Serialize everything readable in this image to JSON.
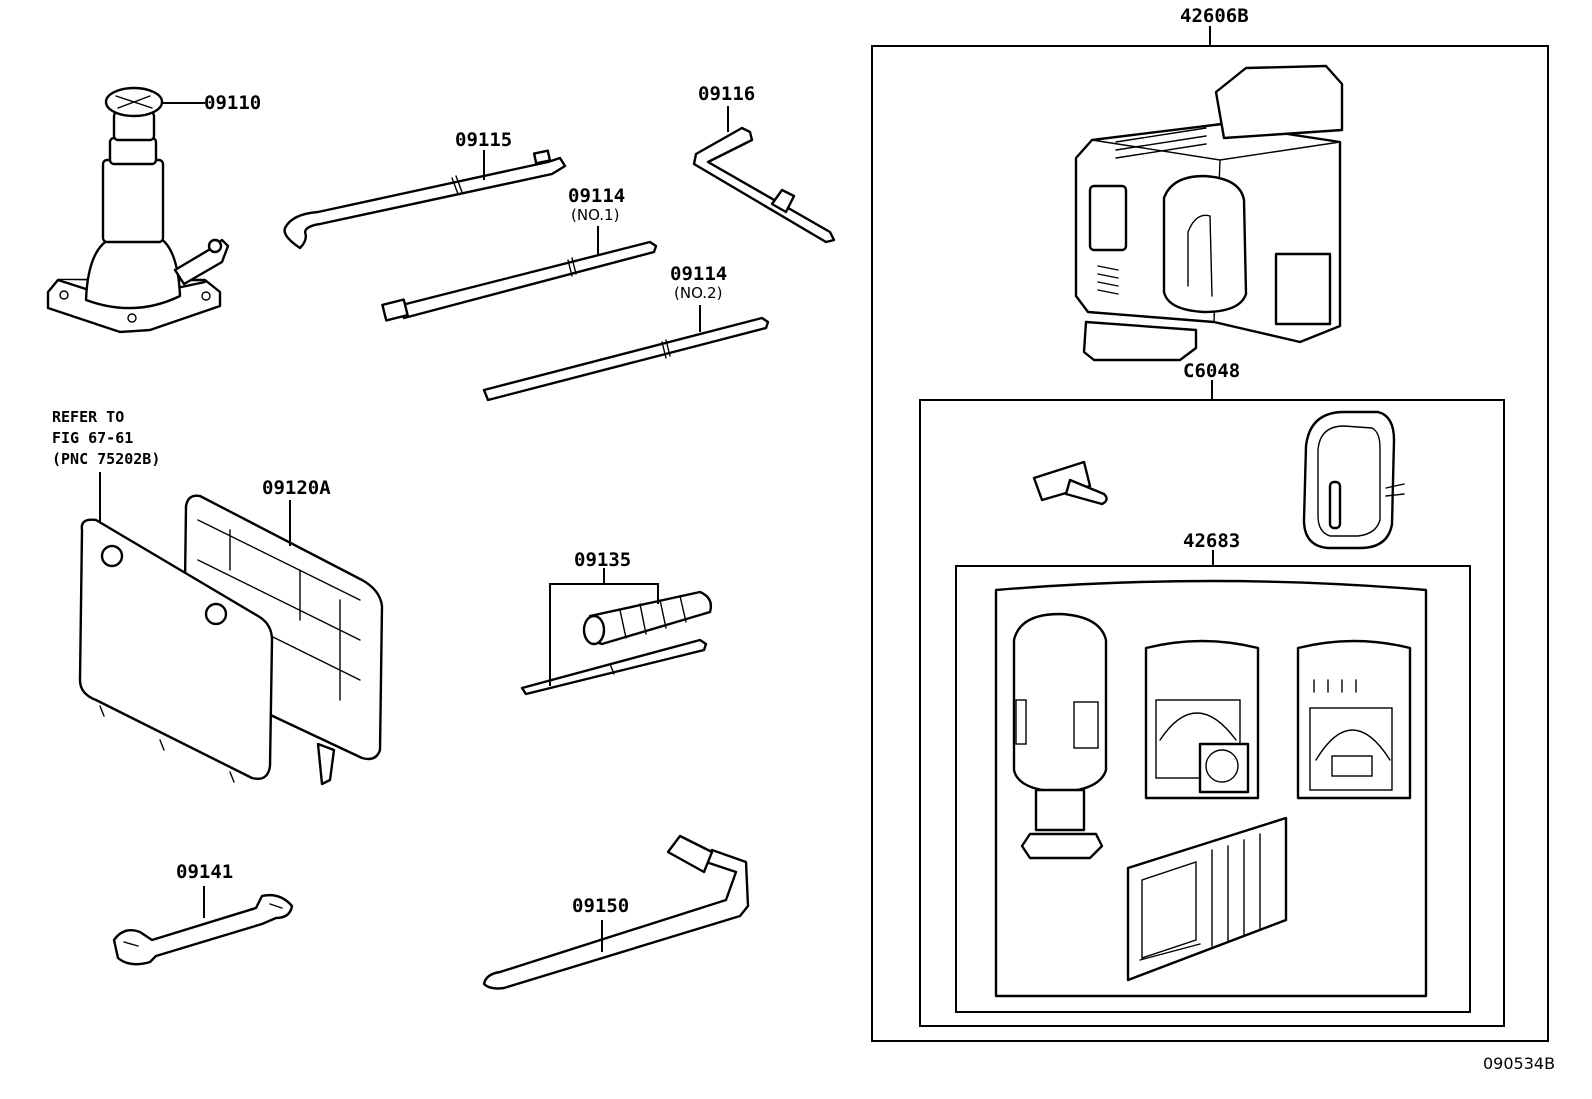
{
  "figure_code": "090534B",
  "parts": {
    "jack": "09110",
    "jack_handle": "09115",
    "handle_no1": "09114",
    "handle_no1_note": "(NO.1)",
    "handle_no2": "09114",
    "handle_no2_note": "(NO.2)",
    "crank": "09116",
    "tool_bag": "09120A",
    "screwdriver": "09135",
    "wrench": "09141",
    "lug_wrench": "09150",
    "repair_kit": "42606B",
    "sub_kit": "C6048",
    "sealant_kit": "42683"
  },
  "reference_note": {
    "line1": "REFER TO",
    "line2": "FIG 67-61",
    "line3": "(PNC 75202B)"
  }
}
